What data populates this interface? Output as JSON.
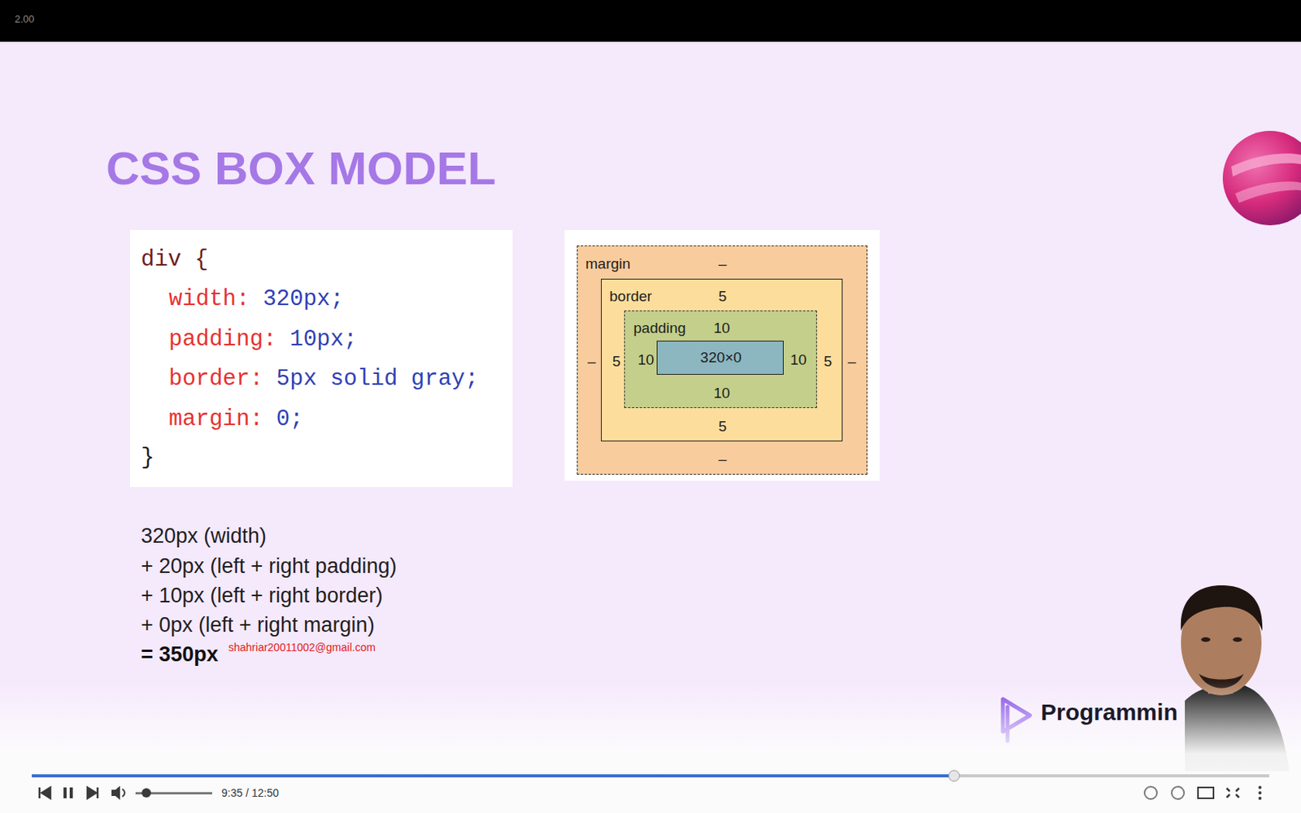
{
  "diagram": {
    "title": "CSS BOX MODEL",
    "nodes": [
      {
        "text": [
          "div {",
          "width:",
          "320px;",
          "padding:",
          "10px;",
          "border:",
          "5px solid gray;",
          "margin:",
          "0;",
          "}"
        ]
      },
      {
        "text": [
          "margin",
          "–",
          "–",
          "–",
          "–"
        ]
      },
      {
        "text": [
          "border",
          "5",
          "5",
          "5",
          "5"
        ],
        "in": 1
      },
      {
        "text": [
          "padding",
          "10",
          "10",
          "10",
          "10"
        ],
        "in": 2
      },
      {
        "text": [
          "320×0"
        ],
        "in": 3
      }
    ],
    "labels": [
      "2.00",
      "320px (width)",
      "+ 20px (left + right padding)",
      "+ 10px (left + right border)",
      "+ 0px (left + right margin)",
      "= 350px",
      "shahriar20011002@gmail.com",
      "Programmin",
      "9:35 / 12:50"
    ]
  }
}
